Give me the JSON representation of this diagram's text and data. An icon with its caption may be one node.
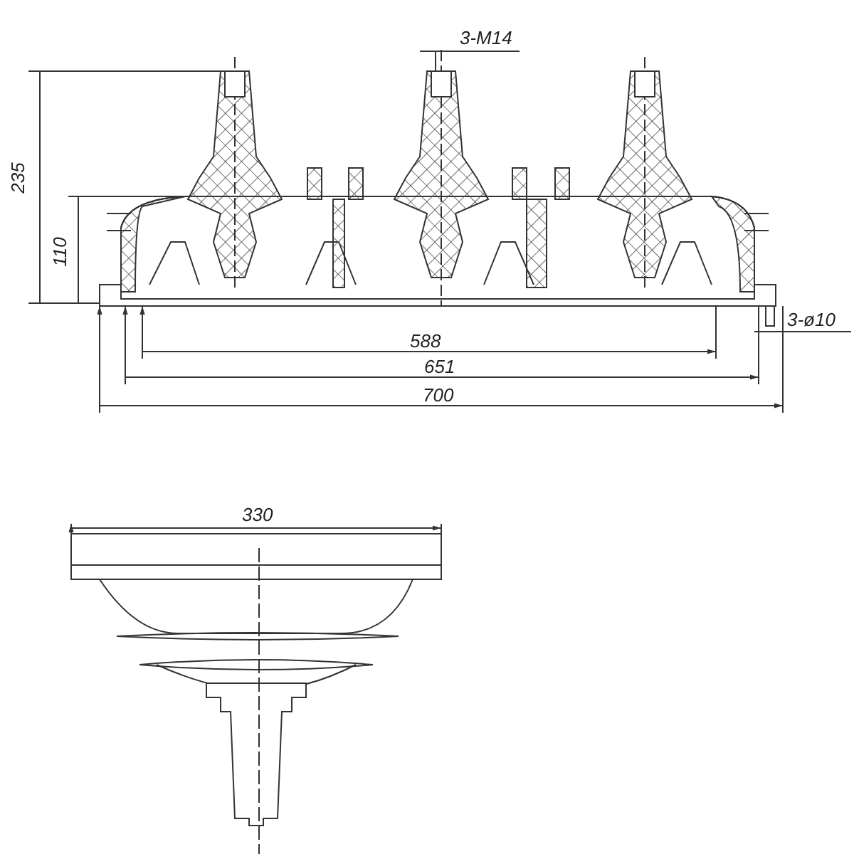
{
  "diagram": {
    "labels": [
      "3-M14",
      "235",
      "110",
      "3-ø10",
      "588",
      "651",
      "700",
      "330"
    ]
  }
}
